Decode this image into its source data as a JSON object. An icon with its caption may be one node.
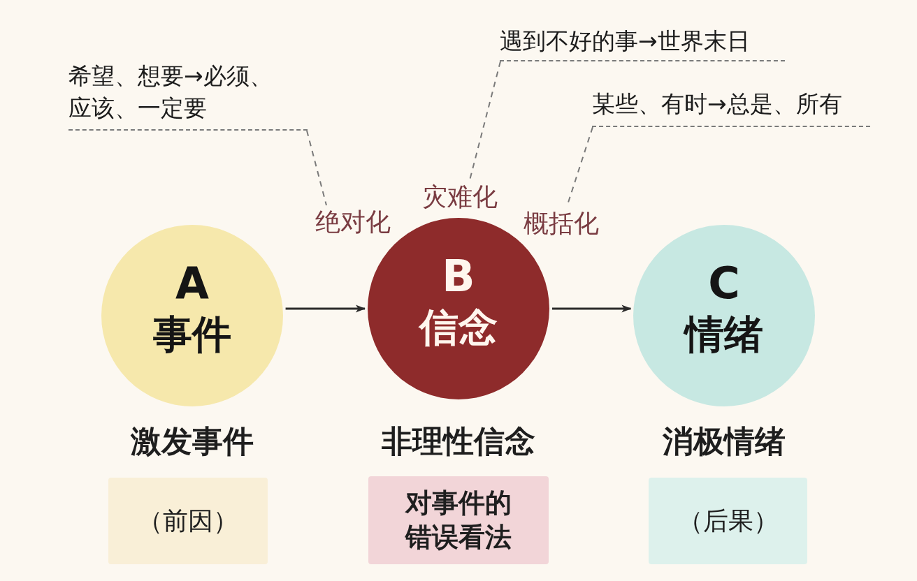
{
  "diagram": {
    "nodes": [
      {
        "text": [
          "遇到不好的事→世界末日"
        ]
      },
      {
        "text": [
          "希望、想要→必须、应该、一定要"
        ]
      },
      {
        "text": [
          "某些、有时→总是、所有"
        ]
      },
      {
        "text": [
          "灾难化"
        ]
      },
      {
        "text": [
          "绝对化"
        ]
      },
      {
        "text": [
          "概括化"
        ]
      },
      {
        "text": [
          "A",
          "事件"
        ],
        "beside": [
          "激发事件"
        ]
      },
      {
        "text": [
          "B",
          "信念"
        ],
        "beside": [
          "非理性信念"
        ]
      },
      {
        "text": [
          "C",
          "情绪"
        ],
        "beside": [
          "消极情绪"
        ]
      },
      {
        "text": [
          "（前因）"
        ]
      },
      {
        "text": [
          "对事件的错误看法"
        ]
      },
      {
        "text": [
          "（后果）"
        ]
      }
    ],
    "edges": [
      {
        "from": 1,
        "to": 4,
        "arrow": "none",
        "style": "dashed"
      },
      {
        "from": 0,
        "to": 3,
        "arrow": "none",
        "style": "dashed"
      },
      {
        "from": 2,
        "to": 5,
        "arrow": "none",
        "style": "dashed"
      },
      {
        "from": 6,
        "to": 7,
        "arrow": "to"
      },
      {
        "from": 7,
        "to": 8,
        "arrow": "to"
      }
    ]
  }
}
